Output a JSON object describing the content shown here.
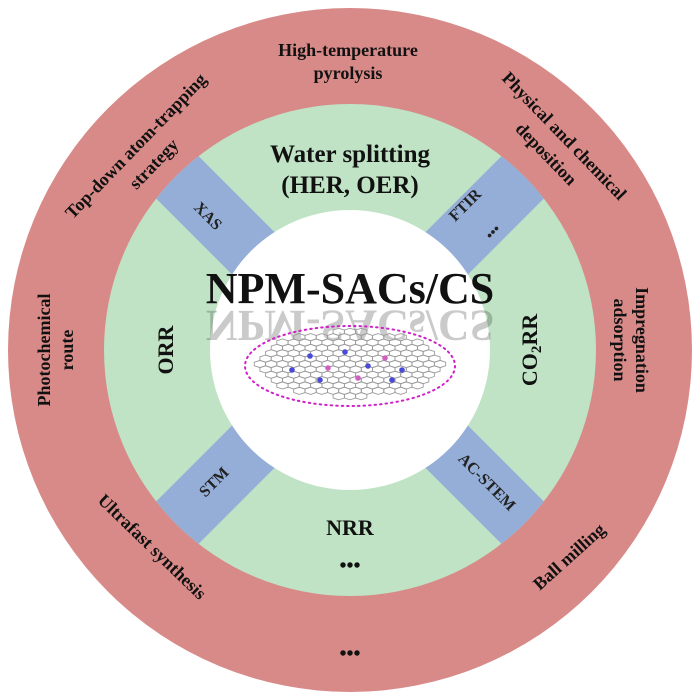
{
  "center": {
    "title": "NPM-SACs/CS"
  },
  "applications": {
    "top_line1": "Water splitting",
    "top_line2": "(HER, OER)",
    "left": "ORR",
    "right_main": "CO",
    "right_sub": "2",
    "right_tail": "RR",
    "bottom": "NRR",
    "bottom_ellipsis": "•••"
  },
  "characterization": {
    "top_left": "XAS",
    "top_right": "FTIR",
    "top_right_ellipsis": "•••",
    "bottom_left": "STM",
    "bottom_right": "AC-STEM"
  },
  "synthesis": {
    "top_line1": "High-temperature",
    "top_line2": "pyrolysis",
    "upper_left_line1": "Top-down atom-trapping",
    "upper_left_line2": "strategy",
    "upper_right_line1": "Physical and chemical",
    "upper_right_line2": "deposition",
    "left_line1": "Photochemical",
    "left_line2": "route",
    "right_line1": "Impregnation",
    "right_line2": "adsorption",
    "lower_left": "Ultrafast synthesis",
    "lower_right": "Ball milling",
    "bottom_ellipsis": "•••"
  },
  "colors": {
    "outer_ring": "#d88a88",
    "middle_ring": "#bfe3c4",
    "band": "#94aed8",
    "center": "#ffffff",
    "ellipse_dots": "#d020c8",
    "graphene_atom": "#9a9a9a",
    "dopant_atom": "#4a4ad8",
    "metal_atom": "#d060c0"
  }
}
